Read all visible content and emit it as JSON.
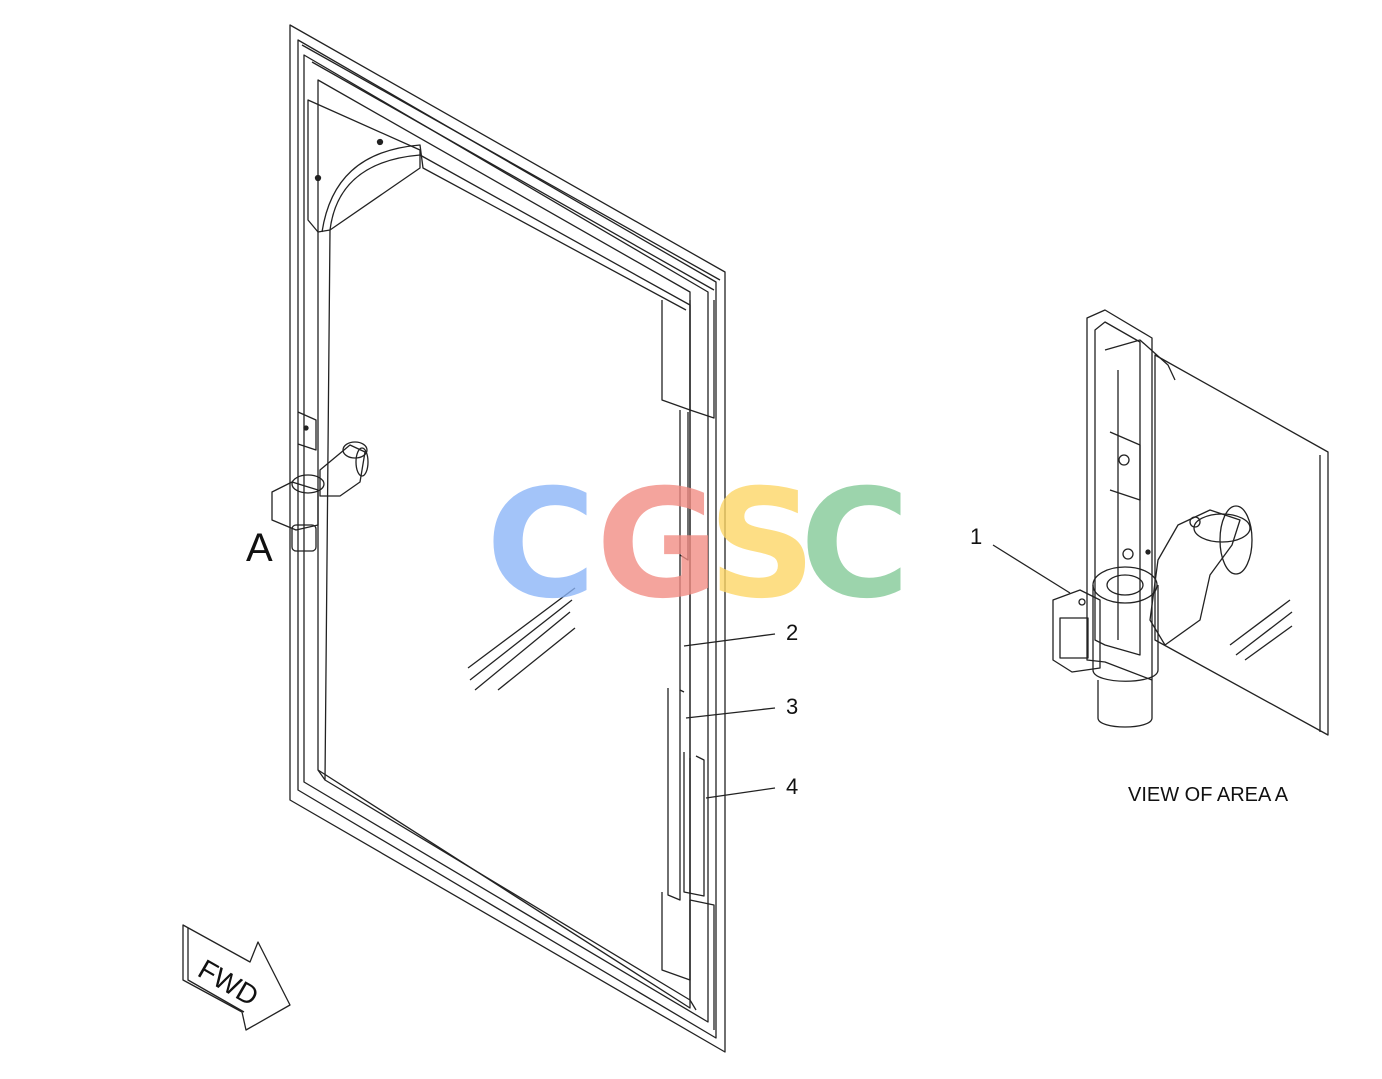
{
  "labels": {
    "area_letter": "A",
    "callout_1": "1",
    "callout_2": "2",
    "callout_3": "3",
    "callout_4": "4",
    "view_caption": "VIEW OF AREA A",
    "fwd_arrow": "FWD"
  },
  "watermark": {
    "letters": [
      "C",
      "G",
      "S",
      "C"
    ],
    "colors": [
      "#8ab4f8",
      "#f28b82",
      "#fdd663",
      "#81c995"
    ]
  },
  "colors": {
    "line": "#222222",
    "background": "#ffffff"
  }
}
